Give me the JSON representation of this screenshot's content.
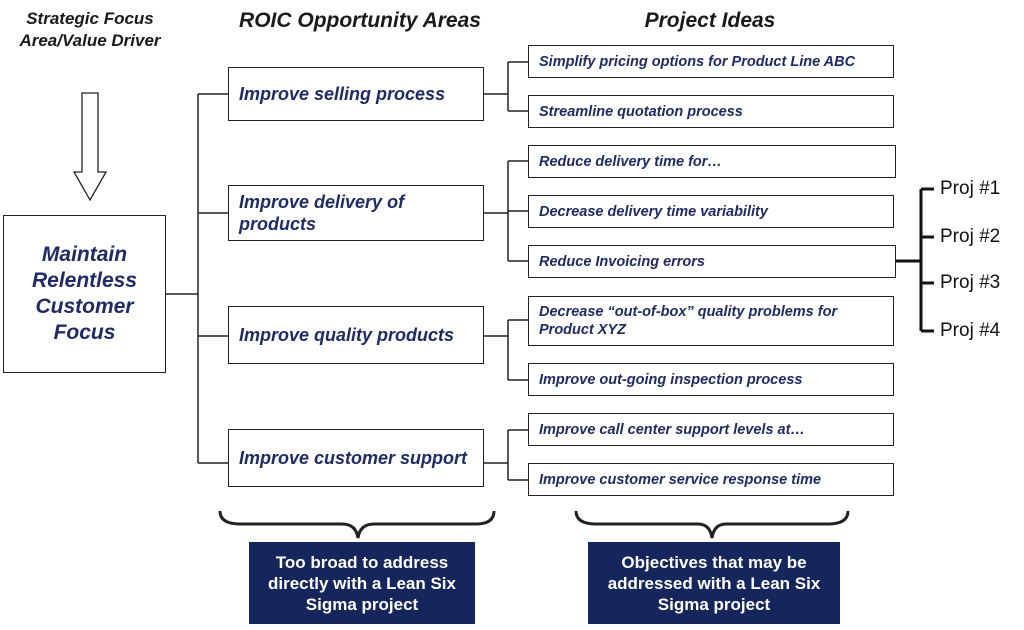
{
  "headers": {
    "left": "Strategic Focus Area/Value Driver",
    "middle": "ROIC Opportunity Areas",
    "right": "Project Ideas"
  },
  "root": {
    "label": "Maintain Relentless Customer Focus"
  },
  "areas": [
    {
      "label": "Improve selling process"
    },
    {
      "label": "Improve delivery of products"
    },
    {
      "label": "Improve quality products"
    },
    {
      "label": "Improve customer support"
    }
  ],
  "ideas": [
    {
      "label": "Simplify pricing options for Product Line ABC"
    },
    {
      "label": "Streamline quotation process"
    },
    {
      "label": "Reduce delivery time for…"
    },
    {
      "label": "Decrease delivery time variability"
    },
    {
      "label": "Reduce Invoicing errors"
    },
    {
      "label": "Decrease “out-of-box” quality problems for Product XYZ"
    },
    {
      "label": "Improve out-going inspection process"
    },
    {
      "label": "Improve call center support levels at…"
    },
    {
      "label": "Improve customer service response time"
    }
  ],
  "projects": [
    "Proj #1",
    "Proj #2",
    "Proj #3",
    "Proj #4"
  ],
  "notes": {
    "left": "Too broad to address directly with a Lean Six Sigma project",
    "right": "Objectives that may be addressed with a Lean Six Sigma project"
  },
  "colors": {
    "box_text": "#1f2a66",
    "note_bg": "#14265c"
  }
}
